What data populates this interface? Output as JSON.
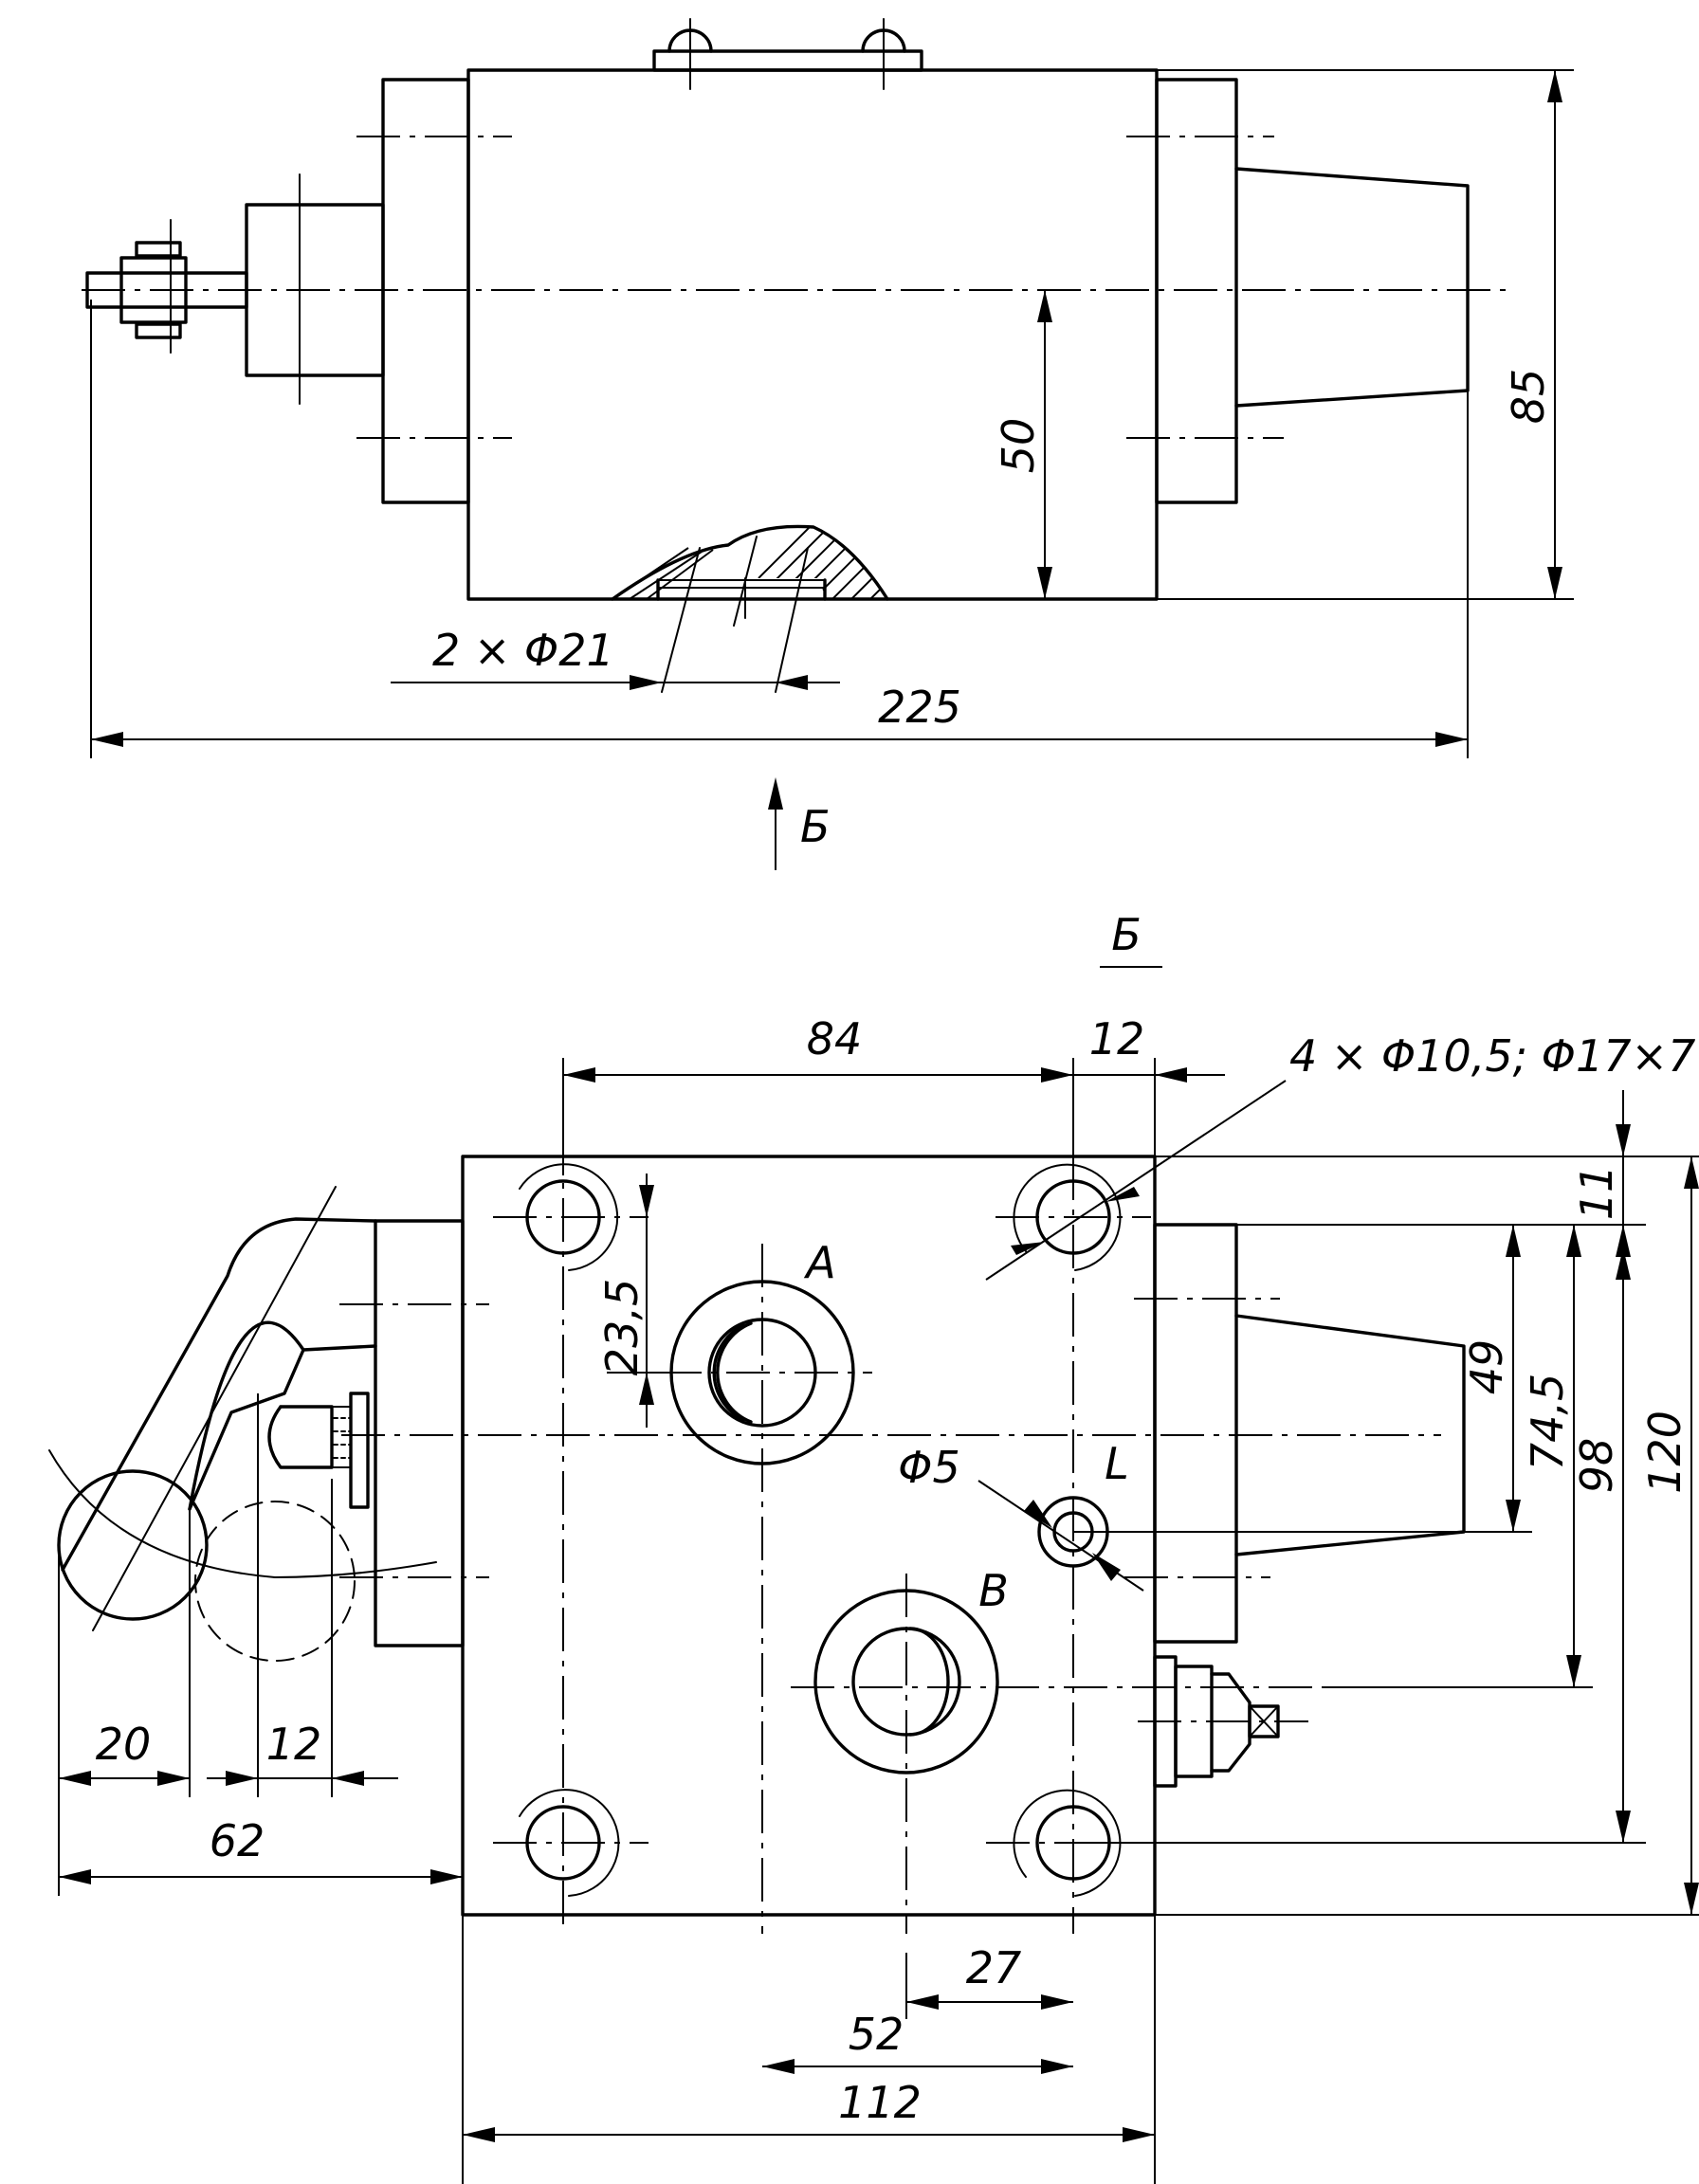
{
  "top_view": {
    "dimensions": {
      "height_85": "85",
      "axis_50": "50",
      "holes_2x21": "2 × Φ21",
      "length_225": "225"
    },
    "view_arrow_label": "Б"
  },
  "view_b": {
    "title": "Б",
    "dimensions": {
      "d84": "84",
      "d12_top": "12",
      "holes_note": "4 × Φ10,5; Φ17×7",
      "d11": "11",
      "d23_5": "23,5",
      "d49": "49",
      "d74_5": "74,5",
      "d98": "98",
      "d120": "120",
      "phi5": "Φ5",
      "d20": "20",
      "d12_left": "12",
      "d62": "62",
      "d27": "27",
      "d52": "52",
      "d112": "112"
    },
    "ports": {
      "a": "A",
      "b": "B",
      "l": "L"
    }
  }
}
